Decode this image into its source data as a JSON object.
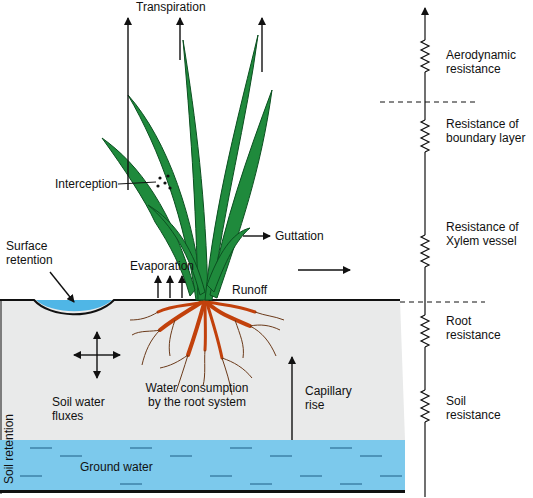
{
  "diagram": {
    "nodes": [
      {
        "text": [
          "Ground water"
        ]
      }
    ],
    "labels": [
      "Transpiration",
      "Aerodynamic resistance",
      "Resistance of boundary layer",
      "Interception",
      "Resistance of Xylem vessel",
      "Guttation",
      "Surface retention",
      "Evaporation",
      "Runoff",
      "Root resistance",
      "Soil water fluxes",
      "Water consumption by the root system",
      "Capillary rise",
      "Soil resistance",
      "Soil retention"
    ]
  }
}
